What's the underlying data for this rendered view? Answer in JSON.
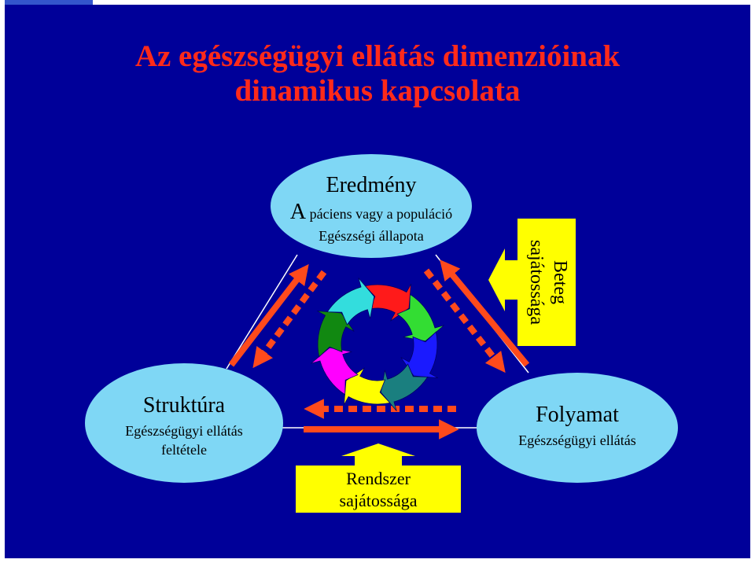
{
  "title": {
    "line1": "Az egészségügyi ellátás dimenzióinak",
    "line2": "dinamikus kapcsolata"
  },
  "nodes": {
    "result": {
      "heading": "Eredmény",
      "big_letter": "A",
      "line1_rest": "páciens vagy a populáció",
      "line2": "Egészségi állapota"
    },
    "structure": {
      "heading": "Struktúra",
      "line1": "Egészségügyi ellátás",
      "line2": "feltétele"
    },
    "process": {
      "heading": "Folyamat",
      "line1": "Egészségügyi ellátás"
    }
  },
  "callouts": {
    "patient": {
      "line1": "Beteg",
      "line2": "sajátossága"
    },
    "system": {
      "line1": "Rendszer",
      "line2": "sajátossága"
    }
  },
  "colors": {
    "background": "#000099",
    "title": "#ff2a1a",
    "ellipse": "#7fd7f5",
    "callout": "#ffff00",
    "arrow": "#ff4a1c",
    "cycle": [
      "#ff1a1a",
      "#33dd33",
      "#1a1aff",
      "#1a7f7f",
      "#ffff00",
      "#ff00ff",
      "#118811",
      "#33dddd"
    ]
  }
}
